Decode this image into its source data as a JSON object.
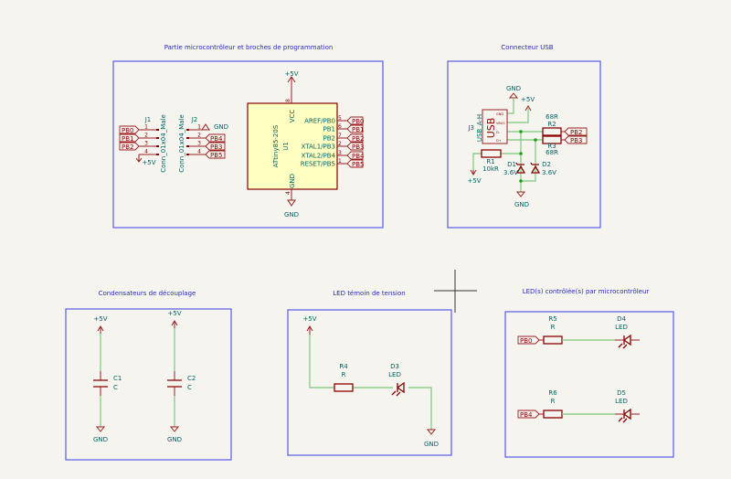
{
  "sections": {
    "mcu": {
      "title": "Partie microcontrôleur et broches de programmation",
      "u1": {
        "ref": "U1",
        "value": "ATtiny85-20S",
        "vcc_pin": "VCC",
        "gnd_pin": "GND",
        "vcc_num": "8",
        "gnd_num": "4",
        "pins": [
          {
            "name": "AREF/PB0",
            "num": "5",
            "net": "PB0"
          },
          {
            "name": "PB1",
            "num": "6",
            "net": "PB1"
          },
          {
            "name": "PB2",
            "num": "7",
            "net": "PB2"
          },
          {
            "name": "XTAL1/PB3",
            "num": "2",
            "net": "PB3"
          },
          {
            "name": "XTAL2/PB4",
            "num": "3",
            "net": "PB4"
          },
          {
            "name": "RESET/PB5",
            "num": "1",
            "net": "PB5"
          }
        ]
      },
      "power_top": "+5V",
      "power_bottom": "GND",
      "j1": {
        "ref": "J1",
        "value": "Conn_01x04_Male",
        "pins": [
          "1",
          "2",
          "3",
          "4"
        ],
        "nets": [
          "PB0",
          "PB1",
          "PB2"
        ],
        "power": "+5V"
      },
      "j2": {
        "ref": "J2",
        "value": "Conn_01x04_Male",
        "pins": [
          "1",
          "2",
          "3",
          "4"
        ],
        "nets": [
          "PB4",
          "PB3",
          "PB5"
        ],
        "power": "GND"
      }
    },
    "usb": {
      "title": "Connecteur USB",
      "j3": {
        "ref": "J3",
        "value": "USB_A-H",
        "symbol": "USB",
        "pin_labels": [
          "GND",
          "VBUS",
          "D-",
          "D+"
        ]
      },
      "gnd": "GND",
      "vcc": "+5V",
      "vcc2": "+5V",
      "gnd2": "GND",
      "r2": {
        "ref": "R2",
        "value": "68R"
      },
      "r3": {
        "ref": "R3",
        "value": "68R"
      },
      "r1": {
        "ref": "R1",
        "value": "10kR"
      },
      "d1": {
        "ref": "D1",
        "value": "3.6V"
      },
      "d2": {
        "ref": "D2",
        "value": "3.6V"
      },
      "nets": [
        "PB2",
        "PB3"
      ]
    },
    "decoupling": {
      "title": "Condensateurs de découplage",
      "caps": [
        {
          "ref": "C1",
          "value": "C",
          "vcc": "+5V",
          "gnd": "GND"
        },
        {
          "ref": "C2",
          "value": "C",
          "vcc": "+5V",
          "gnd": "GND"
        }
      ]
    },
    "power_led": {
      "title": "LED témoin de tension",
      "vcc": "+5V",
      "gnd": "GND",
      "r4": {
        "ref": "R4",
        "value": "R"
      },
      "d3": {
        "ref": "D3",
        "value": "LED"
      }
    },
    "mcu_leds": {
      "title": "LED(s) contrôlée(s) par microcontrôleur",
      "rows": [
        {
          "net": "PB0",
          "r_ref": "R5",
          "r_value": "R",
          "d_ref": "D4",
          "d_value": "LED"
        },
        {
          "net": "PB4",
          "r_ref": "R6",
          "r_value": "R",
          "d_ref": "D5",
          "d_value": "LED"
        }
      ]
    }
  }
}
